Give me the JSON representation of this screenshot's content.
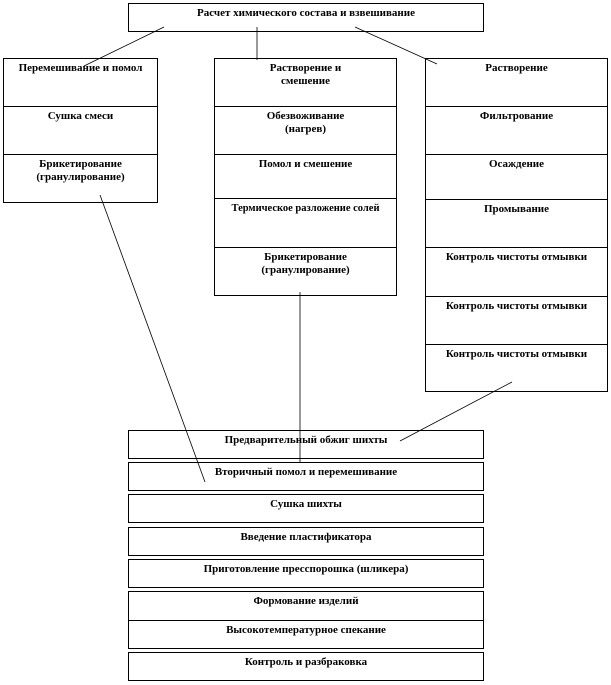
{
  "top": "Расчет химического состава и взвешивание",
  "columns": [
    {
      "steps": [
        "Перемешивание и помол",
        "Сушка смеси",
        "Брикетирование (гранулирование)"
      ]
    },
    {
      "steps": [
        "Растворение и смешение",
        "Обезвоживание (нагрев)",
        "Помол и смешение",
        "Термическое разложение солей",
        "Брикетирование (гранулирование)"
      ]
    },
    {
      "steps": [
        "Растворение",
        "Фильтрование",
        "Осаждение",
        "Промывание",
        "Контроль чистоты отмывки",
        "Контроль чистоты отмывки",
        "Контроль чистоты отмывки"
      ]
    }
  ],
  "bottom": [
    "Предварительный обжиг шихты",
    "Вторичный помол и перемешивание",
    "Сушка шихты",
    "Введение пластификатора",
    "Приготовление пресспорошка (шликера)",
    "Формование изделий",
    "Высокотемпературное спекание",
    "Контроль и разбраковка"
  ]
}
